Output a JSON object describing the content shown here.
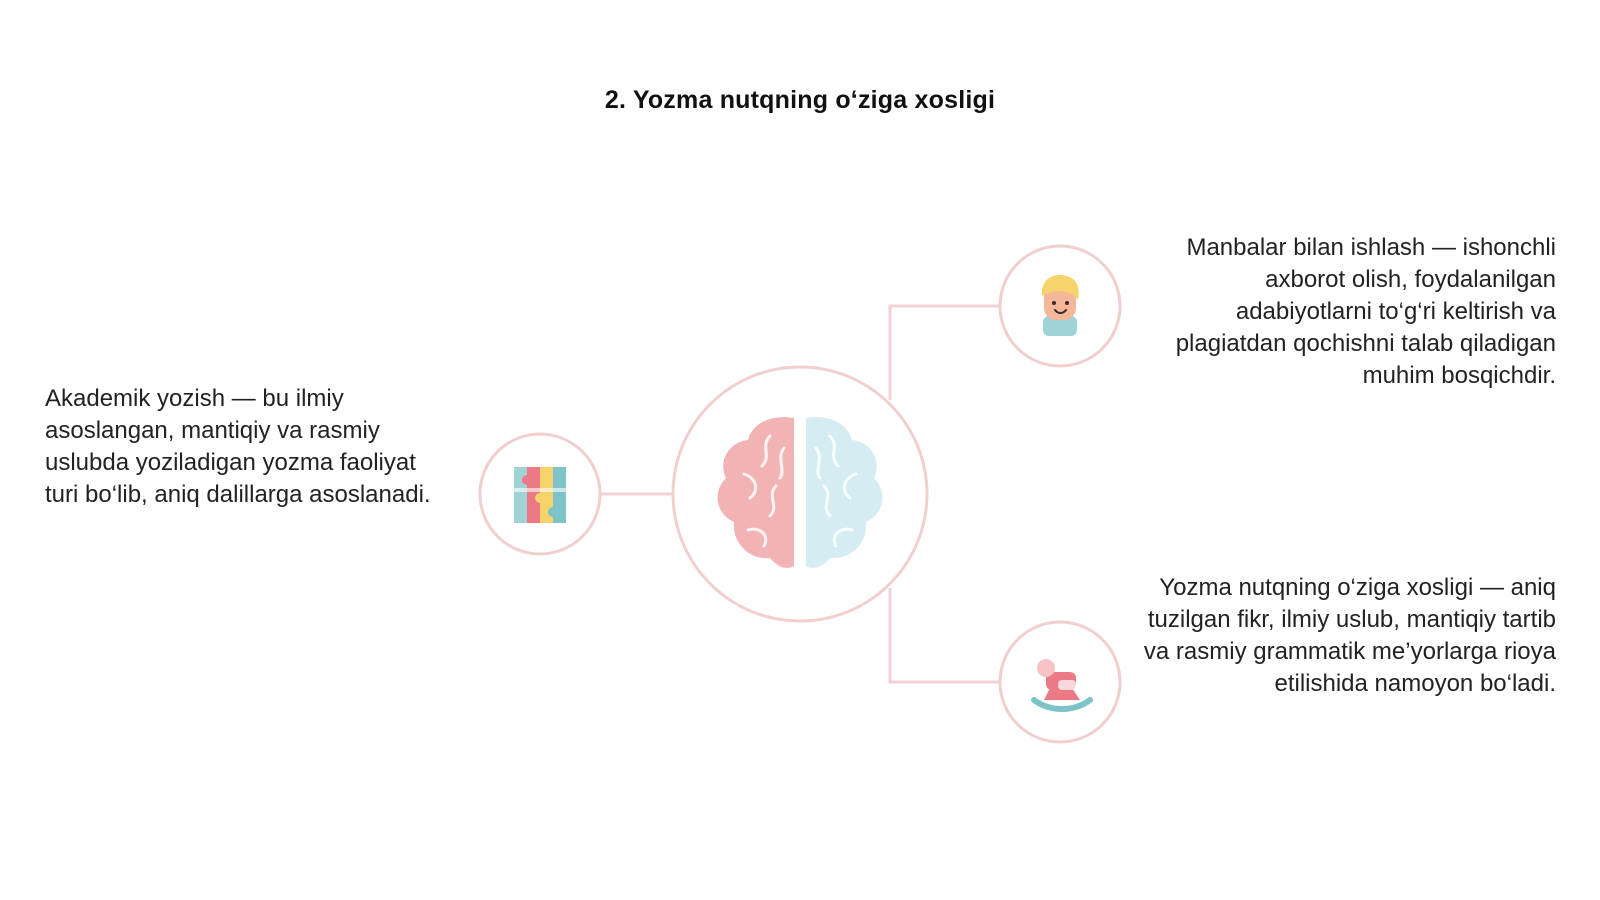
{
  "title": "2. Yozma nutqning o‘ziga xosligi",
  "nodes": {
    "left": {
      "text": "Akademik yozish — bu ilmiy asoslangan, mantiqiy va rasmiy uslubda yoziladigan yozma faoliyat turi bo‘lib, aniq dalillarga asoslanadi.",
      "icon": "puzzle-icon"
    },
    "top_right": {
      "text": "Manbalar bilan ishlash — ishonchli axborot olish, foydalanilgan adabiyotlarni to‘g‘ri keltirish va plagiatdan qochishni talab qiladigan muhim bosqichdir.",
      "icon": "child-face-icon"
    },
    "bottom_right": {
      "text": "Yozma nutqning o‘ziga xosligi — aniq tuzilgan fikr, ilmiy uslub, mantiqiy tartib va rasmiy grammatik me’yorlarga rioya etilishida namoyon bo‘ladi.",
      "icon": "rocking-horse-icon"
    },
    "center": {
      "icon": "brain-icon"
    }
  },
  "colors": {
    "ring": "#f2cfcf",
    "connector": "#f0d2d2",
    "brain_left": "#f2b3b5",
    "brain_right": "#d6ecf3",
    "accent_teal": "#7ec3c7",
    "accent_pink": "#ec7a86",
    "accent_yellow": "#f6d36b"
  }
}
